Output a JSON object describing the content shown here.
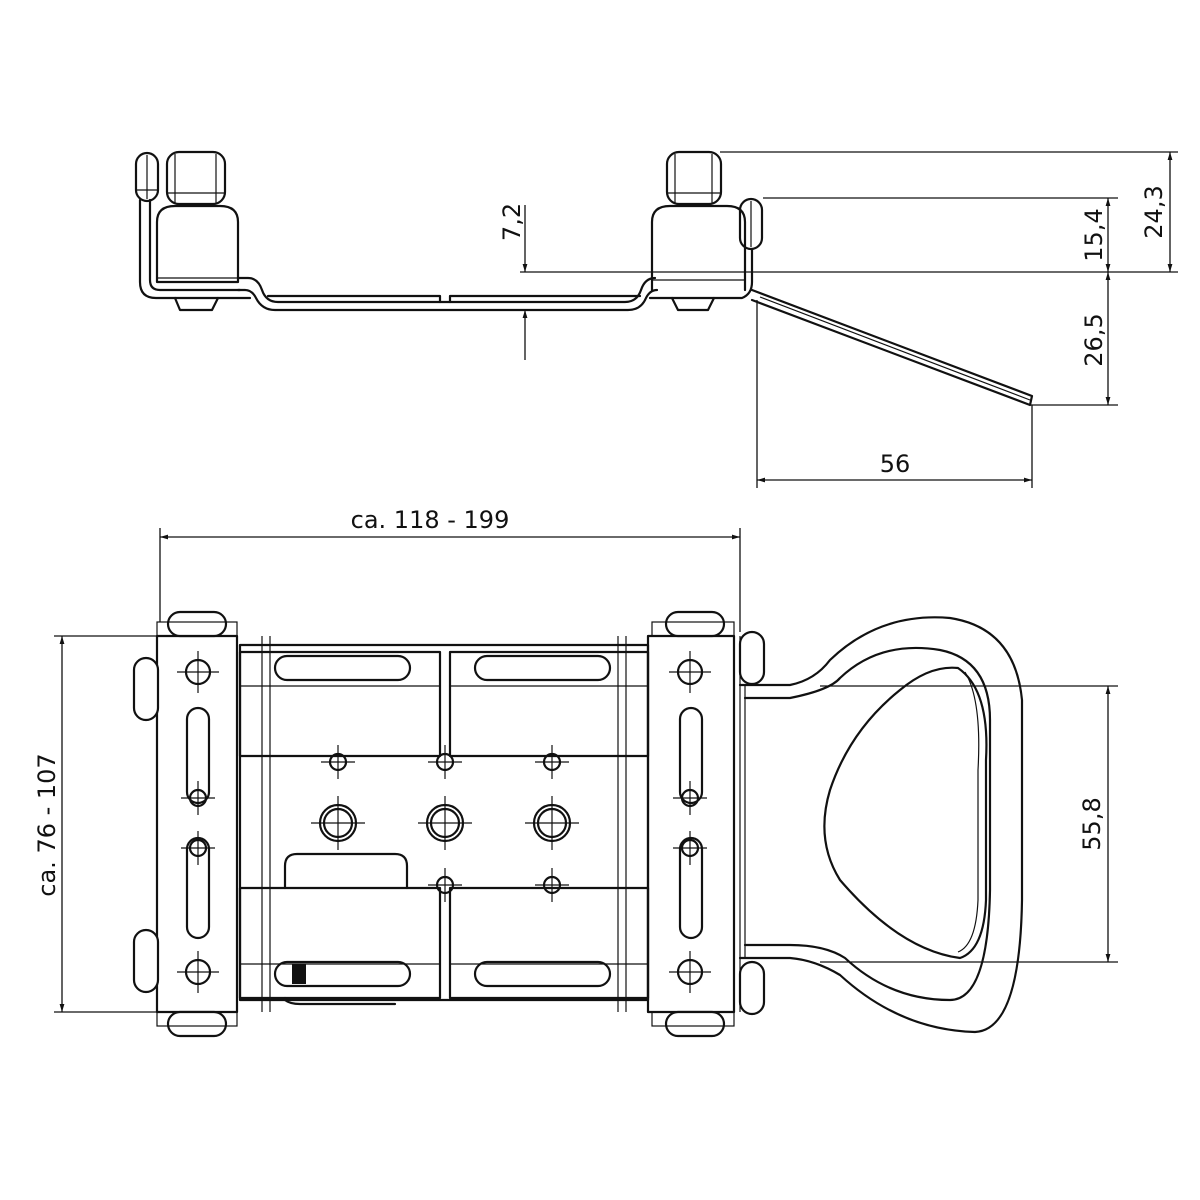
{
  "drawing": {
    "side_view": {
      "dim_center_height": "7,2",
      "dim_pin_height": "15,4",
      "dim_total_height": "24,3",
      "dim_arm_drop": "26,5",
      "dim_arm_length": "56"
    },
    "top_view": {
      "dim_width": "ca. 118 - 199",
      "dim_height": "ca. 76 - 107",
      "dim_ring_height": "55,8"
    }
  }
}
